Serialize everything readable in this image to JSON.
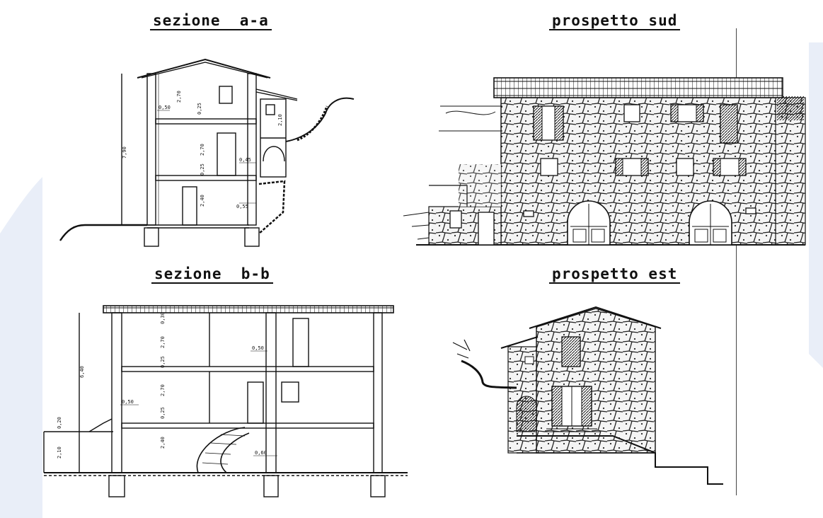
{
  "titles": {
    "section_aa": "sezione  a-a",
    "elevation_south": "prospetto sud",
    "section_bb": "sezione  b-b",
    "elevation_east": "prospetto est"
  },
  "dimensions": {
    "aa": [
      "2,70",
      "0,50",
      "0,25",
      "2,10",
      "7,90",
      "2,70",
      "0,45",
      "0,25",
      "2,40",
      "0,55"
    ],
    "bb": [
      "0,30",
      "2,70",
      "0,25",
      "0,50",
      "6,40",
      "2,70",
      "0,50",
      "0,25",
      "0,20",
      "2,10",
      "2,40",
      "0,60"
    ]
  },
  "colors": {
    "ink": "#111111",
    "background": "#ffffff",
    "scan_tint": "#e9eef8"
  }
}
